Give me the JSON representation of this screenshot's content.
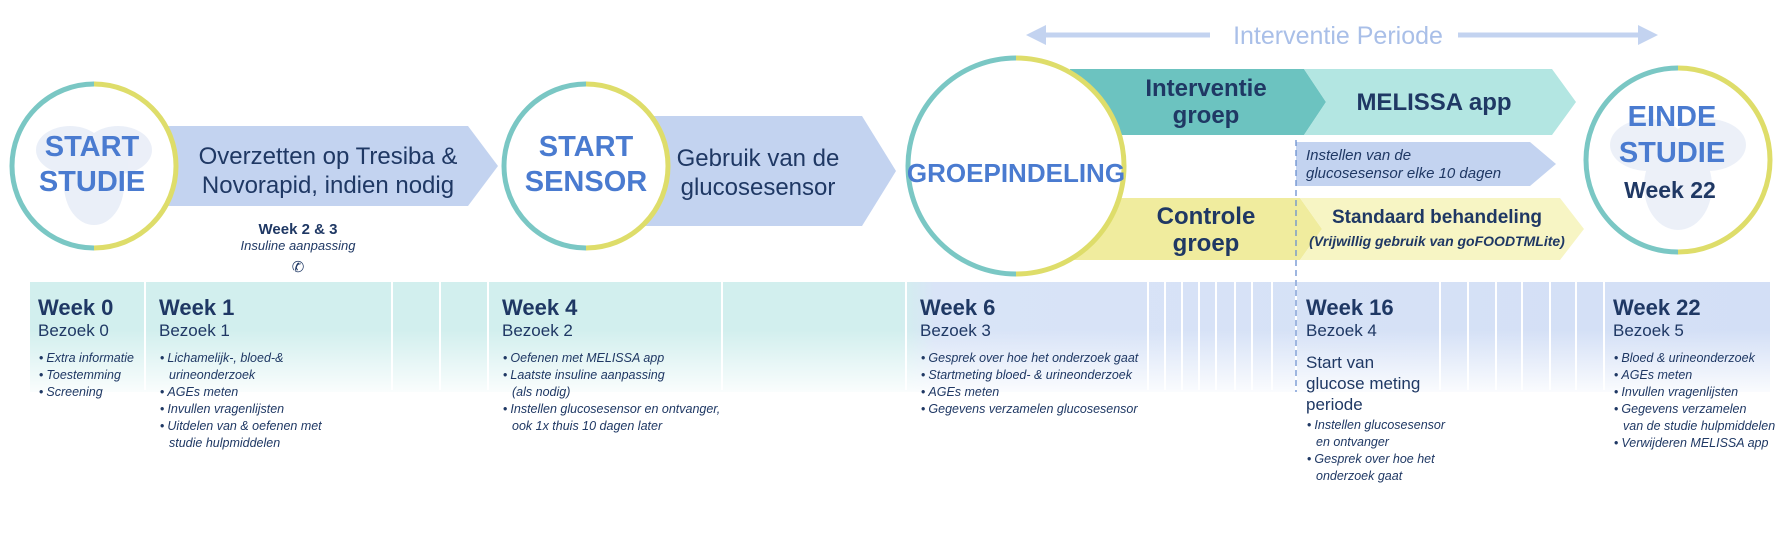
{
  "colors": {
    "navy": "#1f3864",
    "blue_text": "#4a7bd0",
    "light_blue": "#c3d3f0",
    "mid_blue": "#aac1ec",
    "teal": "#6cc3c0",
    "light_teal": "#b3e6e2",
    "yellow": "#f0ec9e",
    "pale_yellow": "#f7f5c4",
    "ring_teal": "#7ac7c4",
    "ring_yellow": "#dedd6a",
    "band_teal": "#d2efee",
    "band_blue": "#d7e2f6"
  },
  "header": {
    "period_label": "Interventie Periode"
  },
  "circles": {
    "start": {
      "line1": "START",
      "line2": "STUDIE"
    },
    "sensor": {
      "line1": "START",
      "line2": "SENSOR"
    },
    "groups": {
      "label": "GROEPINDELING"
    },
    "end": {
      "line1": "EINDE",
      "line2": "STUDIE",
      "week": "Week 22"
    }
  },
  "arrows": {
    "tresiba": {
      "line1": "Overzetten op Tresiba &",
      "line2": "Novorapid, indien nodig"
    },
    "sensor_use": {
      "line1": "Gebruik van de",
      "line2": "glucosesensor"
    },
    "intervention_group": {
      "line1": "Interventie",
      "line2": "groep"
    },
    "melissa": {
      "label": "MELISSA app"
    },
    "sensor_setup": {
      "line1": "Instellen van de",
      "line2": "glucosesensor elke 10 dagen"
    },
    "control_group": {
      "line1": "Controle",
      "line2": "groep"
    },
    "standard": {
      "line1": "Standaard behandeling",
      "line2": "(Vrijwillig gebruik van goFOODTMLite)"
    }
  },
  "insulin_note": {
    "title": "Week 2 & 3",
    "subtitle": "Insuline aanpassing",
    "icon": "phone-icon"
  },
  "timeline": [
    {
      "week": "Week 0",
      "visit": "Bezoek 0",
      "items": [
        "Extra informatie",
        "Toestemming",
        "Screening"
      ]
    },
    {
      "week": "Week 1",
      "visit": "Bezoek 1",
      "items": [
        "Lichamelijk-, bloed-&\nurineonderzoek",
        "AGEs meten",
        "Invullen vragenlijsten",
        "Uitdelen van & oefenen met\nstudie hulpmiddelen"
      ]
    },
    {
      "week": "Week 4",
      "visit": "Bezoek 2",
      "items": [
        "Oefenen met MELISSA app",
        "Laatste insuline aanpassing\n(als nodig)",
        "Instellen glucosesensor en ontvanger,\nook 1x thuis 10 dagen later"
      ]
    },
    {
      "week": "Week 6",
      "visit": "Bezoek 3",
      "items": [
        "Gesprek over hoe het onderzoek gaat",
        "Startmeting bloed- & urineonderzoek",
        "AGEs meten",
        "Gegevens verzamelen glucosesensor"
      ]
    },
    {
      "week": "Week 16",
      "visit": "Bezoek 4",
      "highlight": "Start van\nglucose meting\nperiode",
      "items": [
        "Instellen glucosesensor\nen ontvanger",
        "Gesprek over hoe het\nonderzoek gaat"
      ]
    },
    {
      "week": "Week 22",
      "visit": "Bezoek 5",
      "items": [
        "Bloed & urineonderzoek",
        "AGEs meten",
        "Invullen vragenlijsten",
        "Gegevens verzamelen\nvan de studie hulpmiddelen",
        "Verwijderen MELISSA app"
      ]
    }
  ]
}
